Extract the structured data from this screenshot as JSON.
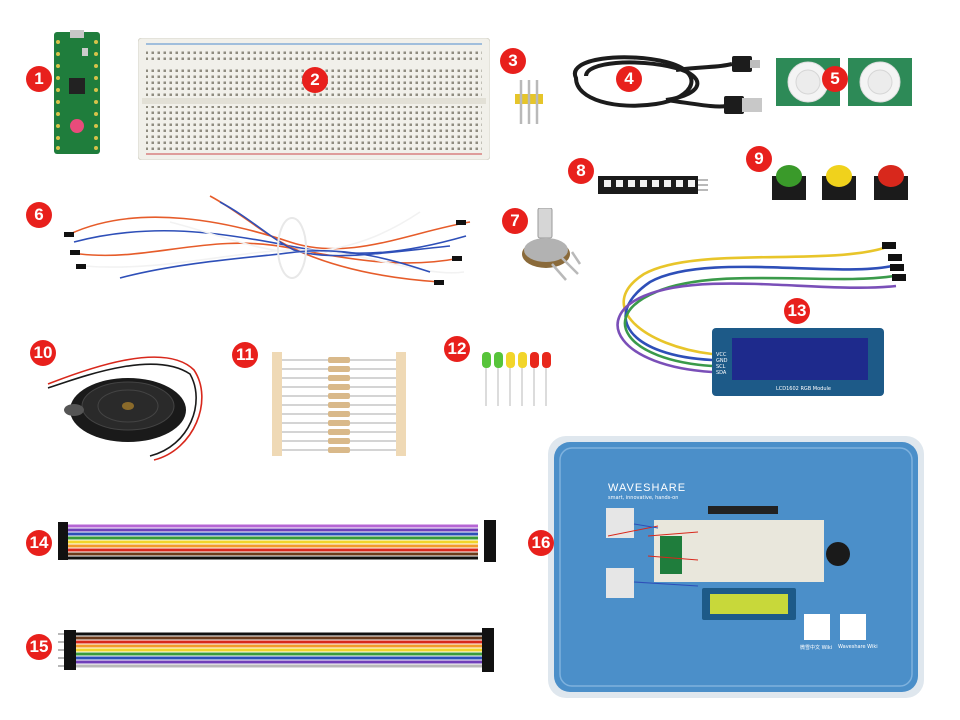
{
  "markers": [
    "1",
    "2",
    "3",
    "4",
    "5",
    "6",
    "7",
    "8",
    "9",
    "10",
    "11",
    "12",
    "13",
    "14",
    "15",
    "16"
  ],
  "lcd_pins": [
    "VCC",
    "GND",
    "SCL",
    "SDA"
  ],
  "lcd_caption": "LCD1602 RGB Module",
  "case_brand": "WAVESHARE",
  "case_slogan": "smart, innovative, hands-on",
  "qr_captions": [
    "微雪中文 Wiki",
    "Waveshare Wiki"
  ],
  "colors": {
    "marker": "#e8201c",
    "case": "#4b8fc9",
    "pcb_green": "#1f7d3c",
    "breadboard": "#f1f0ea"
  }
}
